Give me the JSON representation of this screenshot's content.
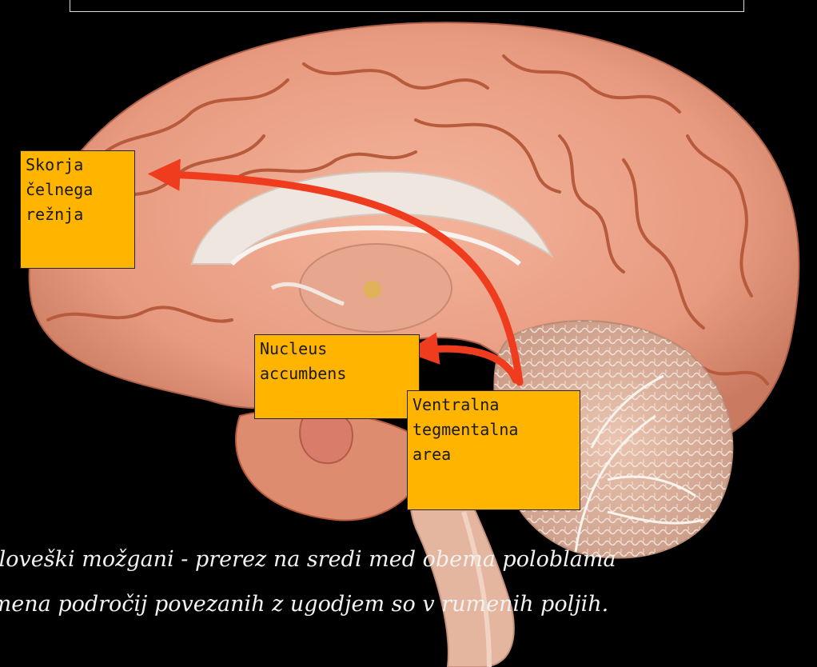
{
  "labels": {
    "frontal_cortex": "Skorja\nčelnega\nrežnja",
    "nucleus_accumbens": "Nucleus\naccumbens",
    "vta": "Ventralna\ntegmentalna\narea"
  },
  "caption": {
    "line1": "Človeški možgani - prerez na sredi med obema poloblama",
    "line2": "Imena področij povezanih z ugodjem so v rumenih poljih."
  },
  "colors": {
    "label_fill": "#ffb400",
    "arrow": "#f03c1e",
    "brain": "#e99a80",
    "sulcus": "#b85a3c",
    "background": "#000000"
  }
}
